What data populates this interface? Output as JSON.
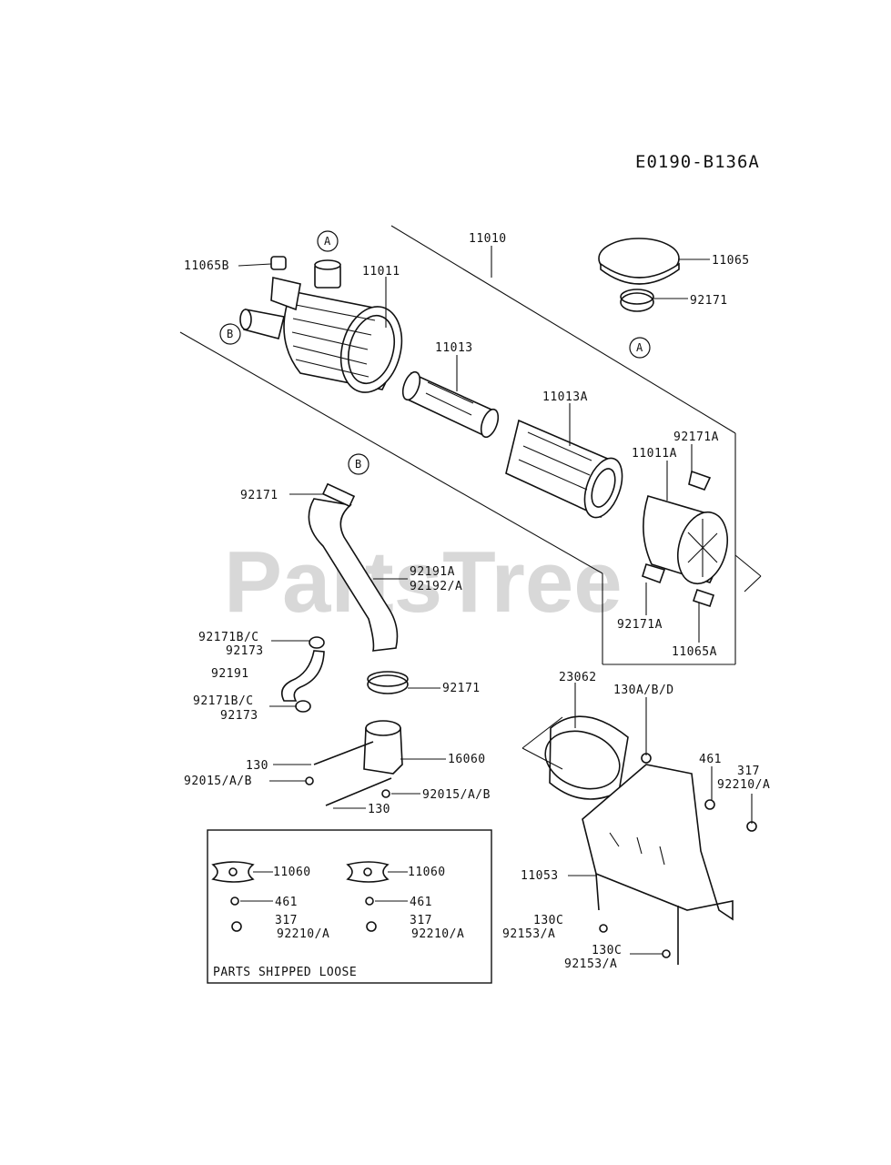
{
  "diagram_code": "E0190-B136A",
  "watermark": "PartsTree",
  "callouts": {
    "a_top": "A",
    "a_right": "A",
    "b_left": "B",
    "b_hose": "B"
  },
  "labels": {
    "p11065b": "11065B",
    "p11011": "11011",
    "p11010": "11010",
    "p11065": "11065",
    "p92171_top": "92171",
    "p11013": "11013",
    "p11013a": "11013A",
    "p92171a_top": "92171A",
    "p11011a": "11011A",
    "p92171_hose": "92171",
    "p92191a": "92191A",
    "p92192a": "92192/A",
    "p92171a_bottom": "92171A",
    "p11065a": "11065A",
    "p92171bc_1": "92171B/C",
    "p92173_1": "92173",
    "p92191": "92191",
    "p92171_clamp": "92171",
    "p92171bc_2": "92171B/C",
    "p92173_2": "92173",
    "p130_1": "130",
    "p16060": "16060",
    "p92015ab_1": "92015/A/B",
    "p92015ab_2": "92015/A/B",
    "p130_2": "130",
    "p23062": "23062",
    "p130abd": "130A/B/D",
    "p461": "461",
    "p317": "317",
    "p92210a": "92210/A",
    "p11053": "11053",
    "p130c_1": "130C",
    "p92153a_1": "92153/A",
    "p130c_2": "130C",
    "p92153a_2": "92153/A"
  },
  "loose_box": {
    "title": "PARTS SHIPPED LOOSE",
    "left": {
      "gasket": "11060",
      "washer": "461",
      "nut_num": "317",
      "nut_alt": "92210/A"
    },
    "right": {
      "gasket": "11060",
      "washer": "461",
      "nut_num": "317",
      "nut_alt": "92210/A"
    }
  }
}
